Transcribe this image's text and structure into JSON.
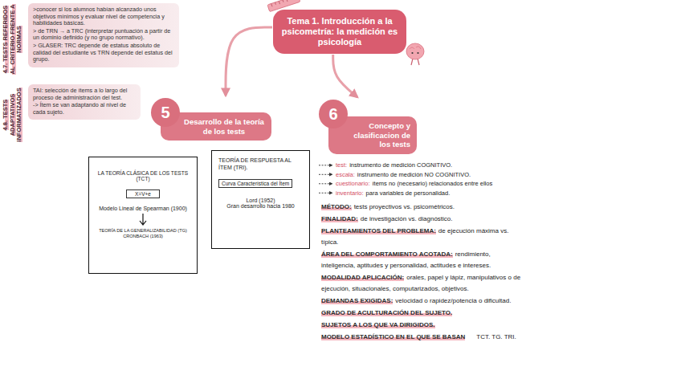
{
  "diagram": {
    "nodes": [
      {
        "text": [
          "Tema 1. Introducción a la psicometría: la medición es psicología"
        ]
      },
      {
        "text": [
          "4.7. TESTS REFERIDOS AL CRITERIO FRENTE A NORMAS",
          ">conocer si los alumnos habían alcanzado unos objetivos mínimos y evaluar nivel de competencia y habilidades básicas.",
          "> de TRN → a TRC (interpretar puntuación a partir de un dominio definido (y no grupo normativo).",
          "> GLASER: TRC depende de estatus absoluto de calidad del estudiante vs TRN depende del estatus del grupo."
        ]
      },
      {
        "text": [
          "4.8. TESTS ADAPTATIVOS INFORMATIZADOS",
          "TAI: selección de ítems a lo largo del proceso de administración del test.",
          "-> Ítem se van adaptando al nivel de cada sujeto."
        ]
      },
      {
        "text": [
          "5",
          "Desarrollo de la teoría de los tests"
        ]
      },
      {
        "text": [
          "6",
          "Concepto y clasificacion de los tests"
        ]
      },
      {
        "text": [
          "LA TEORÍA CLÁSICA DE LOS TESTS (TCT)",
          "Modelo Lineal de Spearman (1900)",
          "TEORÍA DE LA GENERALIZABILIDAD (TG) CRONBACH (1963)"
        ]
      },
      {
        "text": [
          "X=V+e"
        ],
        "in": 5
      },
      {
        "text": [
          "TEORÍA DE RESPUESTA AL ÍTEM (TRI).",
          "Lord (1952)",
          "Gran desarrollo hacia 1980"
        ]
      },
      {
        "text": [
          "Curva Característica del Ítem"
        ],
        "in": 7
      }
    ],
    "edges": [
      {
        "from": 0,
        "to": 3,
        "arrow": "to"
      },
      {
        "from": 0,
        "to": 4,
        "arrow": "to"
      }
    ],
    "labels": [
      "test:",
      "instrumento de medición COGNITIVO.",
      "escala:",
      "instrumento de medición NO COGNITIVO.",
      "cuestionario:",
      "ítems no (necesario) relacionados entre ellos",
      "inventario:",
      "para variables de personalidad.",
      "MÉTODO:",
      "tests proyectivos vs. psicométricos.",
      "FINALIDAD:",
      "de investigación vs. diagnóstico.",
      "PLANTEAMIENTOS DEL PROBLEMA:",
      "de ejecución máxima vs. típica.",
      "ÁREA DEL COMPORTAMIENTO ACOTADA:",
      "rendimiento, inteligencia, aptitudes y personalidad, actitudes e intereses.",
      "MODALIDAD APLICACIÓN:",
      "orales, papel y lápiz, manipulativos o de ejecución, situacionales, computarizados, objetivos.",
      "DEMANDAS EXIGIDAS:",
      "velocidad o rapidez/potencia o dificultad.",
      "GRADO DE ACULTURACIÓN DEL SUJETO.",
      "SUJETOS A LOS QUE VA DIRIGIDOS.",
      "MODELO ESTADÍSTICO EN EL QUE SE BASAN",
      "TCT. TG. TRI."
    ]
  }
}
